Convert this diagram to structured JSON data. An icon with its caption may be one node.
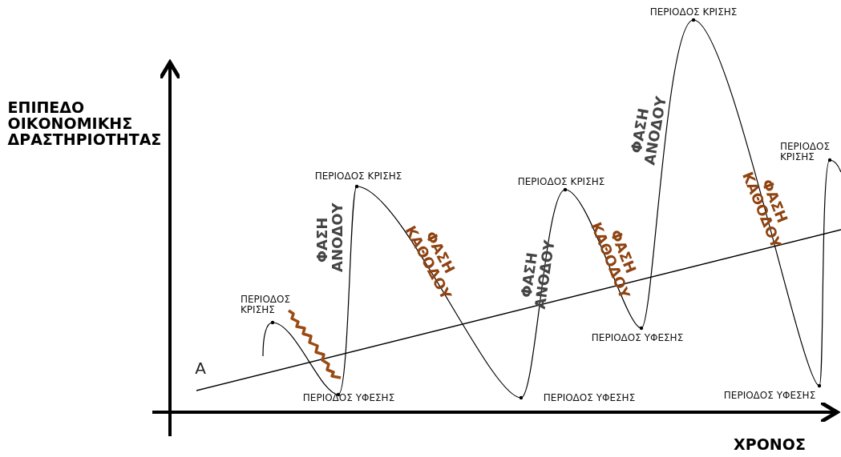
{
  "diagram": {
    "labels": [
      "ΠΕΡΙΟΔΟΣ ΚΡΙΣΗΣ",
      "ΕΠΙΠΕΔΟ ΟΙΚΟΝΟΜΙΚΗΣ ΔΡΑΣΤΗΡΙΟΤΗΤΑΣ",
      "ΦΑΣΗ ΑΝΟΔΟΥ",
      "ΠΕΡΙΟΔΟΣ ΚΡΙΣΗΣ",
      "ΦΑΣΗ ΚΑΘΟΔΟΥ",
      "ΠΕΡΙΟΔΟΣ ΚΡΙΣΗΣ",
      "ΠΕΡΙΟΔΟΣ ΚΡΙΣΗΣ",
      "ΦΑΣΗ ΑΝΟΔΟΥ",
      "ΦΑΣΗ ΚΑΘΟΔΟΥ",
      "ΦΑΣΗ ΑΝΟΔΟΥ",
      "ΦΑΣΗ ΚΑΘΟΔΟΥ",
      "ΠΕΡΙΟΔΟΣ ΚΡΙΣΗΣ",
      "ΠΕΡΙΟΔΟΣ ΥΦΕΣΗΣ",
      "Α",
      "ΠΕΡΙΟΔΟΣ ΥΦΕΣΗΣ",
      "ΠΕΡΙΟΔΟΣ ΥΦΕΣΗΣ",
      "ΠΕΡΙΟΔΟΣ ΥΦΕΣΗΣ",
      "ΧΡΟΝΟΣ"
    ]
  }
}
